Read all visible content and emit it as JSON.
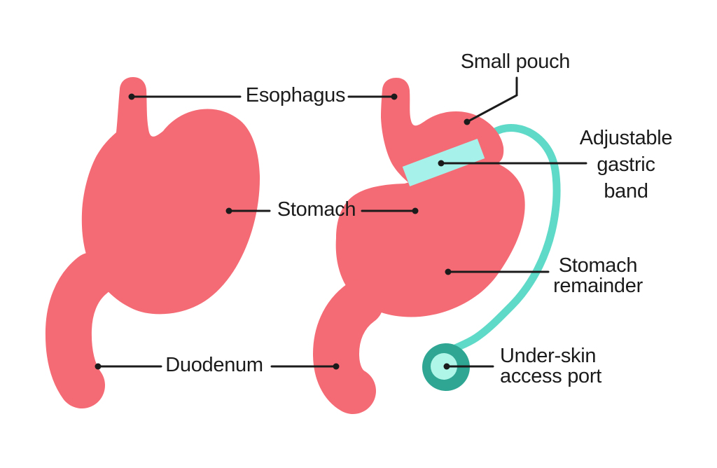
{
  "diagram": {
    "labels": {
      "esophagus": "Esophagus",
      "stomach": "Stomach",
      "duodenum": "Duodenum",
      "small_pouch": "Small pouch",
      "adjustable_gastric_band": {
        "line1": "Adjustable",
        "line2": "gastric",
        "line3": "band"
      },
      "stomach_remainder": {
        "line1": "Stomach",
        "line2": "remainder"
      },
      "under_skin_access_port": {
        "line1": "Under-skin",
        "line2": "access port"
      }
    },
    "colors": {
      "background": "#FFFFFF",
      "stomach_pink": "#F56B75",
      "band_cyan": "#A6F2EA",
      "tube_teal": "#60DAC8",
      "port_ring_teal": "#2FA693",
      "port_center_mint": "#AFF5E8",
      "leader_line": "#1B1B1B",
      "label_text": "#1B1B1B"
    }
  }
}
